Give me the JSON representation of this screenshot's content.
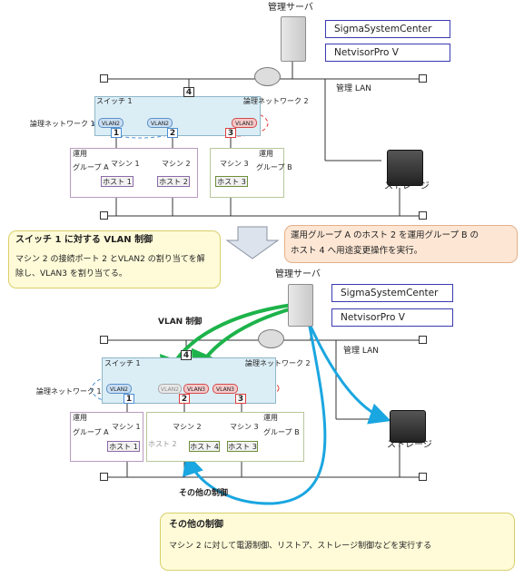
{
  "top": {
    "server_label": "管理サーバ",
    "sigma": "SigmaSystemCenter",
    "netvisor": "NetvisorPro V",
    "lan": "管理 LAN",
    "switch": "スイッチ 1",
    "switch_port": "4",
    "net1": "論理ネットワーク 1",
    "net2": "論理ネットワーク 2",
    "vlan2a": "VLAN2",
    "vlan2b": "VLAN2",
    "vlan3": "VLAN3",
    "port1": "1",
    "port2": "2",
    "port3": "3",
    "group_a_1": "運用",
    "group_a_2": "グループ A",
    "group_b_1": "運用",
    "group_b_2": "グループ B",
    "machine1": "マシン 1",
    "machine2": "マシン 2",
    "machine3": "マシン 3",
    "host1": "ホスト 1",
    "host2": "ホスト 2",
    "host3": "ホスト 3",
    "storage": "ストレージ"
  },
  "callout_left": {
    "title": "スイッチ 1 に対する VLAN 制御",
    "line1": "マシン 2 の接続ポート 2 とVLAN2 の割り当てを解",
    "line2": "除し、VLAN3 を割り当てる。"
  },
  "callout_right": {
    "line1": "運用グループ A のホスト 2 を運用グループ B の",
    "line2": "ホスト 4 へ用途変更操作を実行。"
  },
  "bottom": {
    "server_label": "管理サーバ",
    "sigma": "SigmaSystemCenter",
    "netvisor": "NetvisorPro V",
    "lan": "管理 LAN",
    "vlan_control": "VLAN 制御",
    "switch": "スイッチ 1",
    "switch_port": "4",
    "net1": "論理ネットワーク 1",
    "net2": "論理ネットワーク 2",
    "vlan2a": "VLAN2",
    "vlan2b": "VLAN2",
    "vlan3a": "VLAN3",
    "vlan3b": "VLAN3",
    "port1": "1",
    "port2": "2",
    "port3": "3",
    "group_a_1": "運用",
    "group_a_2": "グループ A",
    "group_b_1": "運用",
    "group_b_2": "グループ B",
    "machine1": "マシン 1",
    "machine2": "マシン 2",
    "machine3": "マシン 3",
    "host1": "ホスト 1",
    "host2": "ホスト 2",
    "host4": "ホスト 4",
    "host3": "ホスト 3",
    "storage": "ストレージ",
    "other_control": "その他の制御"
  },
  "callout_bottom": {
    "title": "その他の制御",
    "line1": "マシン 2 に対して電源制御、リストア、ストレージ制御などを実行する"
  }
}
